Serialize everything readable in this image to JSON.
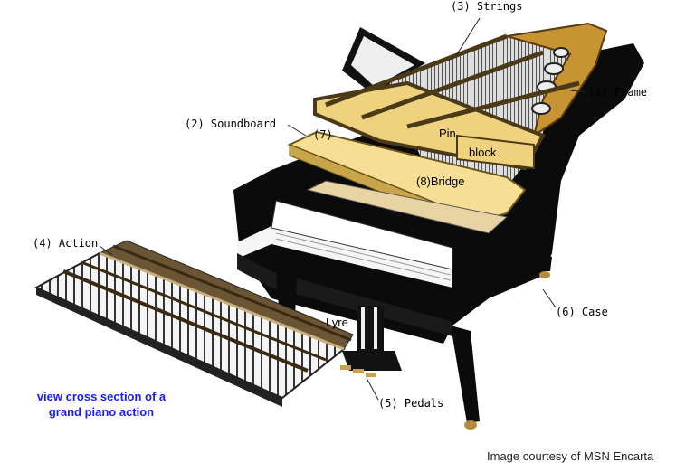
{
  "labels": {
    "strings": "(3) Strings",
    "frame": "(1) Frame",
    "soundboard": "(2) Soundboard",
    "seven": "(7)",
    "pin": "Pin",
    "block": "block",
    "bridge": "(8)Bridge",
    "action": "(4) Action",
    "lyre": "Lyre",
    "case": "(6) Case",
    "pedals": "(5) Pedals"
  },
  "link": {
    "line1": "view cross section of a",
    "line2": "grand piano action"
  },
  "credit": "Image courtesy of MSN Encarta",
  "colors": {
    "case": "#0b0b0b",
    "wood": "#f3d98c",
    "frame": "#b98d2e",
    "link": "#1a1aff"
  }
}
